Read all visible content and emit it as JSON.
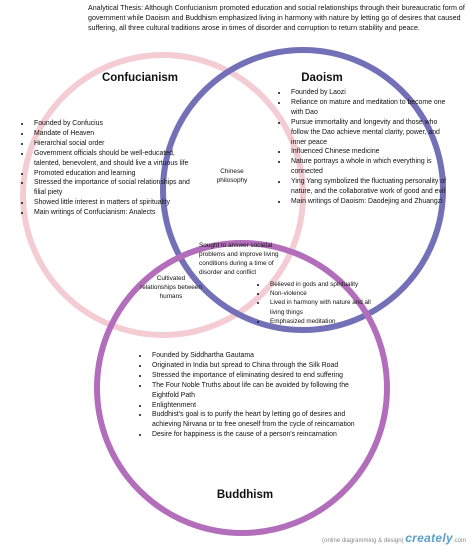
{
  "thesis": "Analytical Thesis: Although Confucianism promoted education and social relationships through their bureaucratic form of government while Daoism and Buddhism emphasized living in harmony with nature by letting go of desires that caused suffering, all three cultural traditions arose in times of disorder and corruption to return stability and peace.",
  "colors": {
    "confucianism": "#f3c9d0",
    "daoism": "#6e68b5",
    "buddhism": "#b068b8"
  },
  "confucianism": {
    "title": "Confucianism",
    "items": [
      "Founded by Confucius",
      "Mandate of Heaven",
      "Hierarchial social order",
      "Government officials should be well-educated, talented, benevolent, and should live a virtuous life",
      "Promoted education and learning",
      "Stressed the importance of social relationships and filial piety",
      "Showed little interest in matters of spirituality",
      "Main writings of Confucianism: Analects"
    ]
  },
  "daoism": {
    "title": "Daoism",
    "items": [
      "Founded by Laozi",
      "Reliance on mature and meditation to become one with Dao",
      "Pursue immortality and longevity and those who follow the Dao achieve mental clarity, power, and inner peace",
      "Influenced Chinese medicine",
      "Nature portrays a whole in which everything is connected",
      "Ying Yang symbolized the fluctuating personality of nature, and the collaborative work of good and evil",
      "Main writings of Daoism: Daodejing and Zhuangzi"
    ]
  },
  "buddhism": {
    "title": "Buddhism",
    "items": [
      "Founded by Siddhartha Gautama",
      "Originated in India but spread to China through the Silk Road",
      "Stressed the importance of eliminating desired to end suffering",
      "The Four Noble Truths about life can be avoided by following the Eightfold Path",
      "Enlightenment",
      "Buddhist's goal is to purify the heart by letting go of desires and achieving Nirvana or to free oneself from the cycle of reincarnation",
      "Desire for happiness is the cause of a person's reincarnation"
    ]
  },
  "overlaps": {
    "confucianism_daoism": "Chinese philosophy",
    "confucianism_buddhism": "Cultivated relationships between humans",
    "all_three": "Sought to answer societal problems and improve living conditions during a time of disorder and conflict",
    "daoism_buddhism": [
      "Believed in gods and spirituality",
      "Non-violence",
      "Lived in harmony with nature and all living things",
      "Emphasized meditation"
    ]
  },
  "brand": {
    "tagline": "(online diagramming & design)",
    "name": "creately",
    "suffix": ".com"
  }
}
